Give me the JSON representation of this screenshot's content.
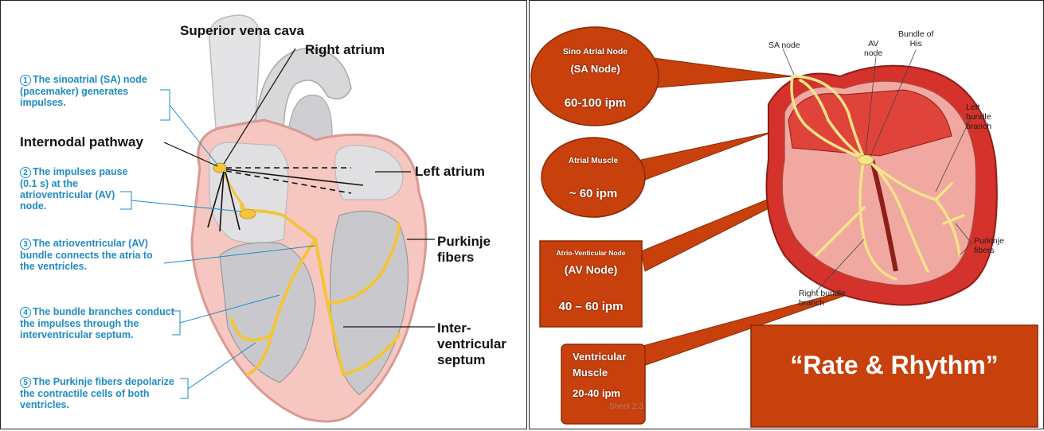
{
  "left": {
    "labels": {
      "superior_vena_cava": "Superior vena cava",
      "right_atrium": "Right atrium",
      "internodal_pathway": "Internodal pathway",
      "left_atrium": "Left atrium",
      "purkinje_fibers_1": "Purkinje",
      "purkinje_fibers_2": "fibers",
      "interventricular_1": "Inter-",
      "interventricular_2": "ventricular",
      "interventricular_3": "septum"
    },
    "steps": [
      {
        "num": "1",
        "pre": "The ",
        "bold": "sinoatrial (SA) node",
        "post": " (pacemaker) generates impulses."
      },
      {
        "num": "2",
        "pre": "The impulses pause (0.1 s) at the ",
        "bold": "atrioventricular (AV) node.",
        "post": ""
      },
      {
        "num": "3",
        "pre": "The ",
        "bold": "atrioventricular (AV) bundle",
        "post": " connects the atria to the ventricles."
      },
      {
        "num": "4",
        "pre": "The ",
        "bold": "bundle branches",
        "post": " conduct the impulses through the interventricular septum."
      },
      {
        "num": "5",
        "pre": "The ",
        "bold": "Purkinje fibers",
        "post": " depolarize the contractile cells of both ventricles."
      }
    ]
  },
  "right": {
    "callouts": {
      "sa_line1": "Sino Atrial Node",
      "sa_line2": "(SA Node)",
      "sa_rate": "60-100 ipm",
      "atrial_line1": "Atrial Muscle",
      "atrial_rate": "~ 60 ipm",
      "av_line1": "Atrio-Venticular Node",
      "av_line2": "(AV Node)",
      "av_rate": "40 – 60  ipm",
      "vent_line1": "Ventricular",
      "vent_line2": "Muscle",
      "vent_rate": "20-40 ipm",
      "banner": "“Rate & Rhythm”"
    },
    "labels": {
      "sa_node": "SA node",
      "av_node_1": "AV",
      "av_node_2": "node",
      "bundle_his_1": "Bundle of",
      "bundle_his_2": "His",
      "left_bundle_1": "Left",
      "left_bundle_2": "bundle",
      "left_bundle_3": "branch",
      "purkinje_1": "Purkinje",
      "purkinje_2": "fibers",
      "right_bundle_1": "Right bundle",
      "right_bundle_2": "branch",
      "faint_footer": "Sheet 2.3"
    }
  },
  "colors": {
    "step_blue": "#1f8bc6",
    "callout_fill": "#c8400c",
    "heart_red": "#d4322a",
    "conduction_yellow": "#f2c53a"
  }
}
